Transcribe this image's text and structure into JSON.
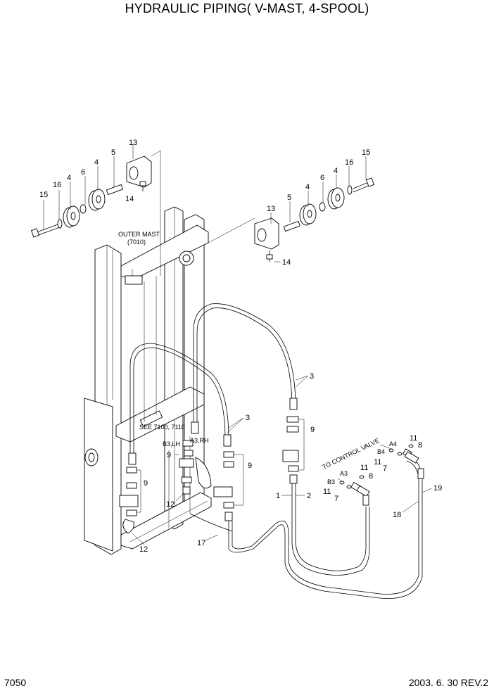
{
  "header": {
    "title": "HYDRAULIC PIPING( V-MAST, 4-SPOOL)"
  },
  "footer": {
    "page_number": "7050",
    "revision": "2003. 6. 30 REV.2"
  },
  "labels": {
    "outer_mast": "OUTER MAST",
    "outer_mast_ref": "(7010)",
    "see_ref": "SEE 7100, 7110",
    "b3_lh": "B3,LH",
    "a3_rh": "A3,RH",
    "to_control_valve": "TO CONTROL VALVE",
    "port_a4": "A4",
    "port_b4": "B4",
    "port_a3": "A3",
    "port_b3": "B3"
  },
  "callouts": {
    "c13_left": "13",
    "c5_left": "5",
    "c4_left_a": "4",
    "c6_left": "6",
    "c4_left_b": "4",
    "c16_left": "16",
    "c15_left": "15",
    "c14_left": "14",
    "c13_right": "13",
    "c5_right": "5",
    "c4_right_a": "4",
    "c6_right": "6",
    "c4_right_b": "4",
    "c16_right": "16",
    "c15_right": "15",
    "c14_right": "14",
    "c3_upper": "3",
    "c3_lower": "3",
    "c9_right": "9",
    "c9_mid": "9",
    "c9_left": "9",
    "c9_inner": "9",
    "c12_upper": "12",
    "c12_lower": "12",
    "c17": "17",
    "c1": "1",
    "c2": "2",
    "c11_a4": "11",
    "c8_a4": "8",
    "c11_b4": "11",
    "c7_b4": "7",
    "c11_a3": "11",
    "c8_a3": "8",
    "c11_b3": "11",
    "c7_b3": "7",
    "c18": "18",
    "c19": "19"
  }
}
